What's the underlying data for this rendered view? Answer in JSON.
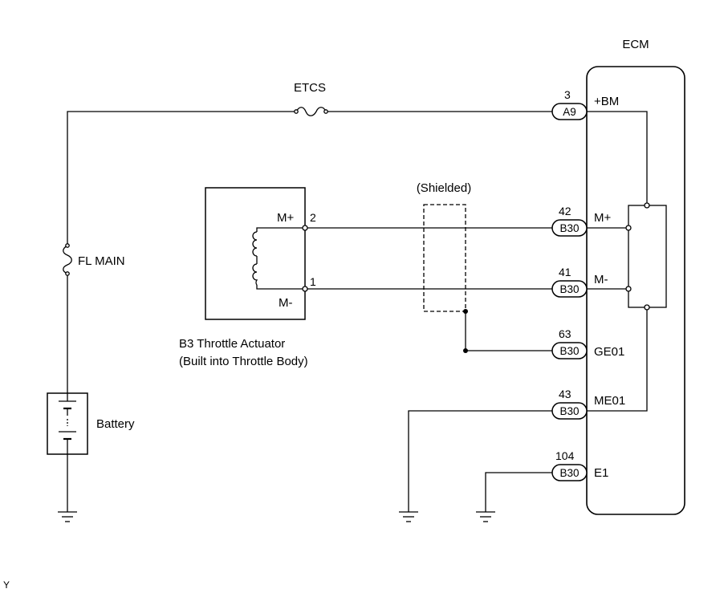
{
  "ecm": {
    "title": "ECM"
  },
  "fuses": {
    "etcs": "ETCS",
    "fl_main": "FL MAIN"
  },
  "battery": {
    "label": "Battery"
  },
  "shield": {
    "label": "(Shielded)"
  },
  "actuator": {
    "name": "B3 Throttle Actuator",
    "note": "(Built into Throttle Body)",
    "terminals": [
      {
        "label": "M+",
        "pin": "2"
      },
      {
        "label": "M-",
        "pin": "1"
      }
    ]
  },
  "ecm_terminals": [
    {
      "pin": "3",
      "connector": "A9",
      "signal": "+BM"
    },
    {
      "pin": "42",
      "connector": "B30",
      "signal": "M+"
    },
    {
      "pin": "41",
      "connector": "B30",
      "signal": "M-"
    },
    {
      "pin": "63",
      "connector": "B30",
      "signal": "GE01"
    },
    {
      "pin": "43",
      "connector": "B30",
      "signal": "ME01"
    },
    {
      "pin": "104",
      "connector": "B30",
      "signal": "E1"
    }
  ],
  "footer": {
    "code": "Y"
  }
}
